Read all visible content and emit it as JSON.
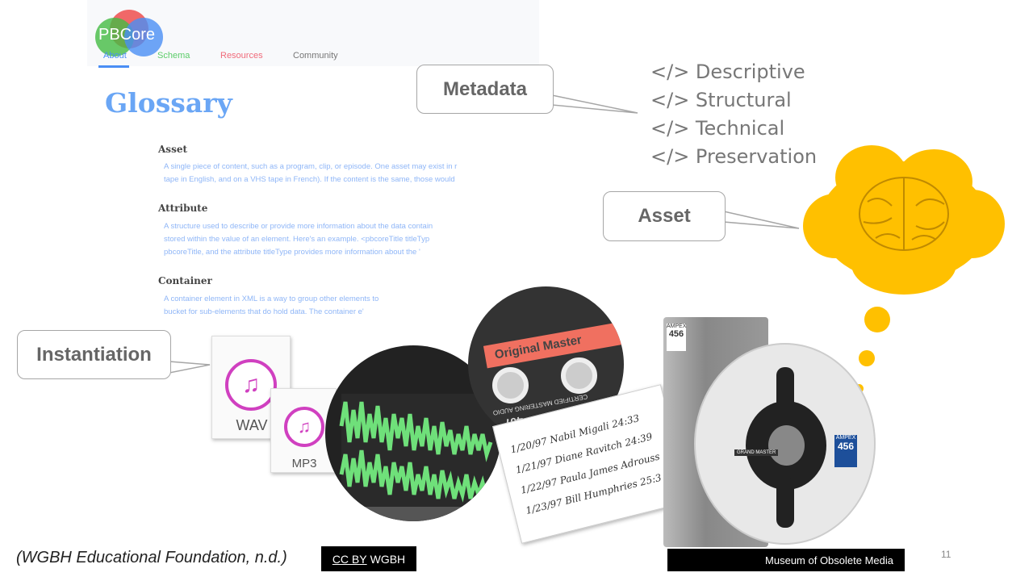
{
  "website": {
    "logo_text": "PBCore",
    "nav": [
      {
        "label": "About",
        "color": "#4a8ef5"
      },
      {
        "label": "Schema",
        "color": "#5ccd6a"
      },
      {
        "label": "Resources",
        "color": "#f06a7a"
      },
      {
        "label": "Community",
        "color": "#777777"
      }
    ],
    "page_title": "Glossary",
    "entries": [
      {
        "term": "Asset",
        "lines": [
          "A single piece of content, such as a program, clip, or episode. One asset may exist in r",
          "tape in English, and on a VHS tape in French). If the content is the same, those would"
        ]
      },
      {
        "term": "Attribute",
        "lines": [
          "A structure used to describe or provide more information about the data contain",
          "stored within the value of an element. Here's an example. <pbcoreTitle titleTyp",
          "pbcoreTitle, and the attribute titleType provides more information about the '"
        ]
      },
      {
        "term": "Container",
        "lines": [
          "A container element in XML is a way to group other elements to",
          "bucket for sub-elements that do hold data. The container e'"
        ]
      }
    ]
  },
  "callouts": {
    "metadata": "Metadata",
    "asset": "Asset",
    "instantiation": "Instantiation"
  },
  "metadata_types": [
    "</> Descriptive",
    "</> Structural",
    "</> Technical",
    "</> Preservation"
  ],
  "files": {
    "wav": "WAV",
    "mp3": "MP3"
  },
  "cassette_label": "Original Master",
  "cassette_print": "CERTIFIED MASTERING AUDIO",
  "cassette_number": "467",
  "card_lines": [
    "1/20/97 Nabil Migali   24:33",
    "1/21/97 Diane Ravitch   24:39",
    "1/22/97 Paula James Adrouss",
    "1/23/97 Bill Humphries   25:3"
  ],
  "reel_brand": "AMPEX",
  "reel_number": "456",
  "reel_label": "GRAND MASTER",
  "footer": {
    "citation": "(WGBH Educational Foundation, n.d.)",
    "cc_link": "CC BY",
    "cc_owner": "WGBH",
    "museum": "Museum of Obsolete Media",
    "page_number": "11"
  },
  "colors": {
    "cloud": "#ffc000",
    "waveform": "#6fe07a",
    "cassette_label": "#f07060"
  }
}
